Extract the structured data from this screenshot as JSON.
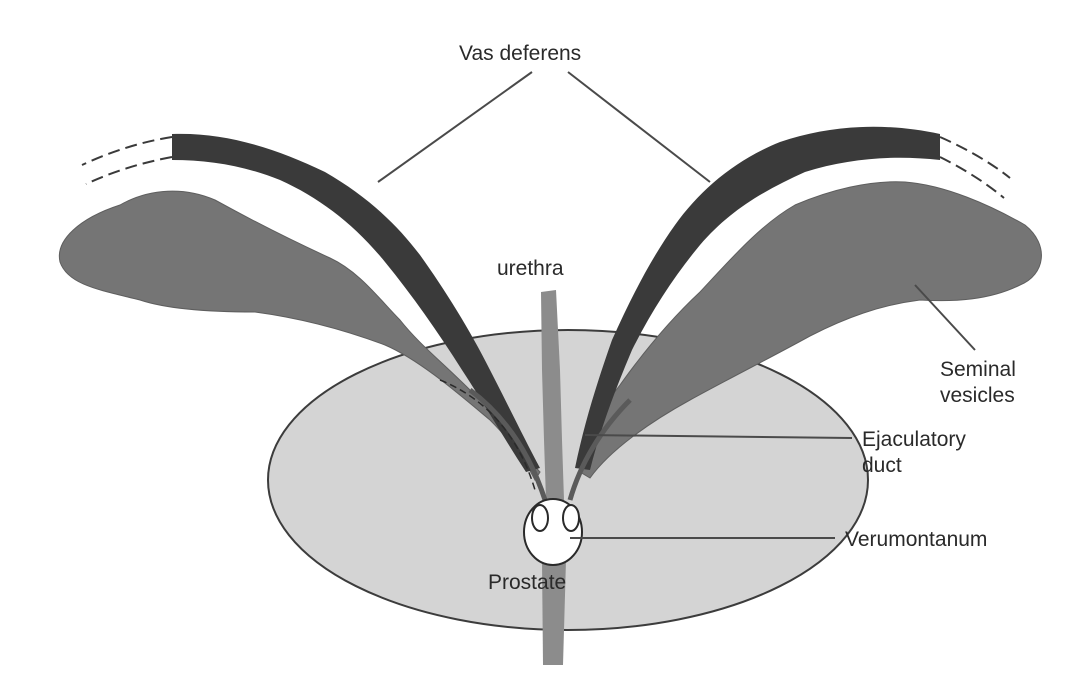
{
  "labels": {
    "vas_deferens": "Vas deferens",
    "urethra": "urethra",
    "seminal_vesicles": [
      "Seminal",
      "vesicles"
    ],
    "ejaculatory_duct": [
      "Ejaculatory",
      "duct"
    ],
    "verumontanum": "Verumontanum",
    "prostate": "Prostate"
  },
  "colors": {
    "prostate_fill": "#d4d4d4",
    "prostate_outline": "#3c3c3c",
    "seminal_vesicle": "#757575",
    "vas_deferens": "#3a3a3a",
    "urethra": "#8c8c8c",
    "leader_line": "#4a4a4a",
    "text": "#2a2a2a"
  }
}
